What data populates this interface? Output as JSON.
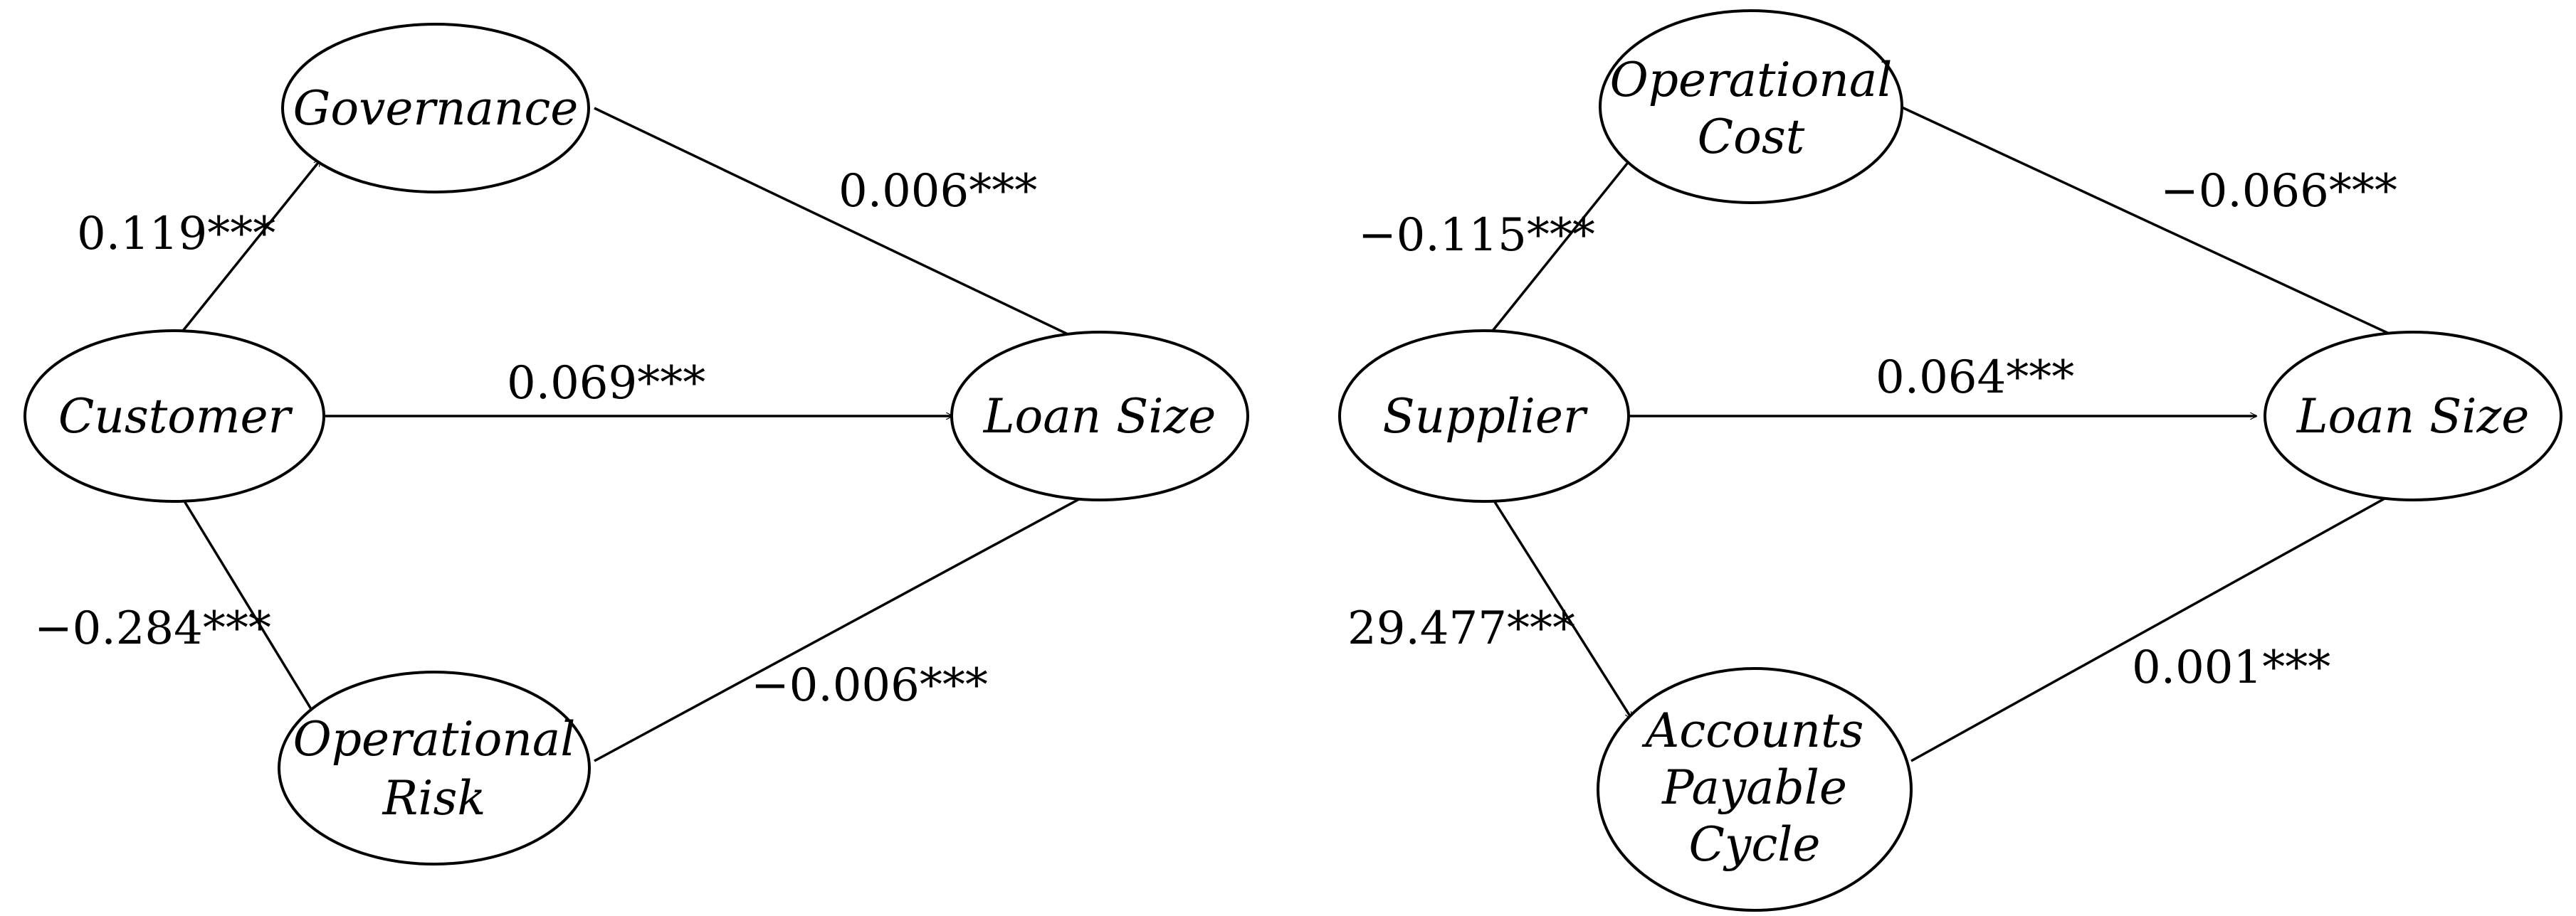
{
  "diagrams": [
    {
      "nodes": {
        "governance": [
          "Governance"
        ],
        "customer": [
          "Customer"
        ],
        "loan_size": [
          "Loan Size"
        ],
        "operational_risk": [
          "Operational",
          "Risk"
        ]
      },
      "edges": {
        "customer_governance": "0.119***",
        "governance_loan": "0.006***",
        "customer_loan": "0.069***",
        "customer_risk": "−0.284***",
        "risk_loan": "−0.006***"
      }
    },
    {
      "nodes": {
        "operational_cost": [
          "Operational",
          "Cost"
        ],
        "supplier": [
          "Supplier"
        ],
        "loan_size": [
          "Loan Size"
        ],
        "accounts_payable_cycle": [
          "Accounts",
          "Payable",
          "Cycle"
        ]
      },
      "edges": {
        "supplier_cost": "−0.115***",
        "cost_loan": "−0.066***",
        "supplier_loan": "0.064***",
        "supplier_apc": "29.477***",
        "apc_loan": "0.001***"
      }
    }
  ]
}
